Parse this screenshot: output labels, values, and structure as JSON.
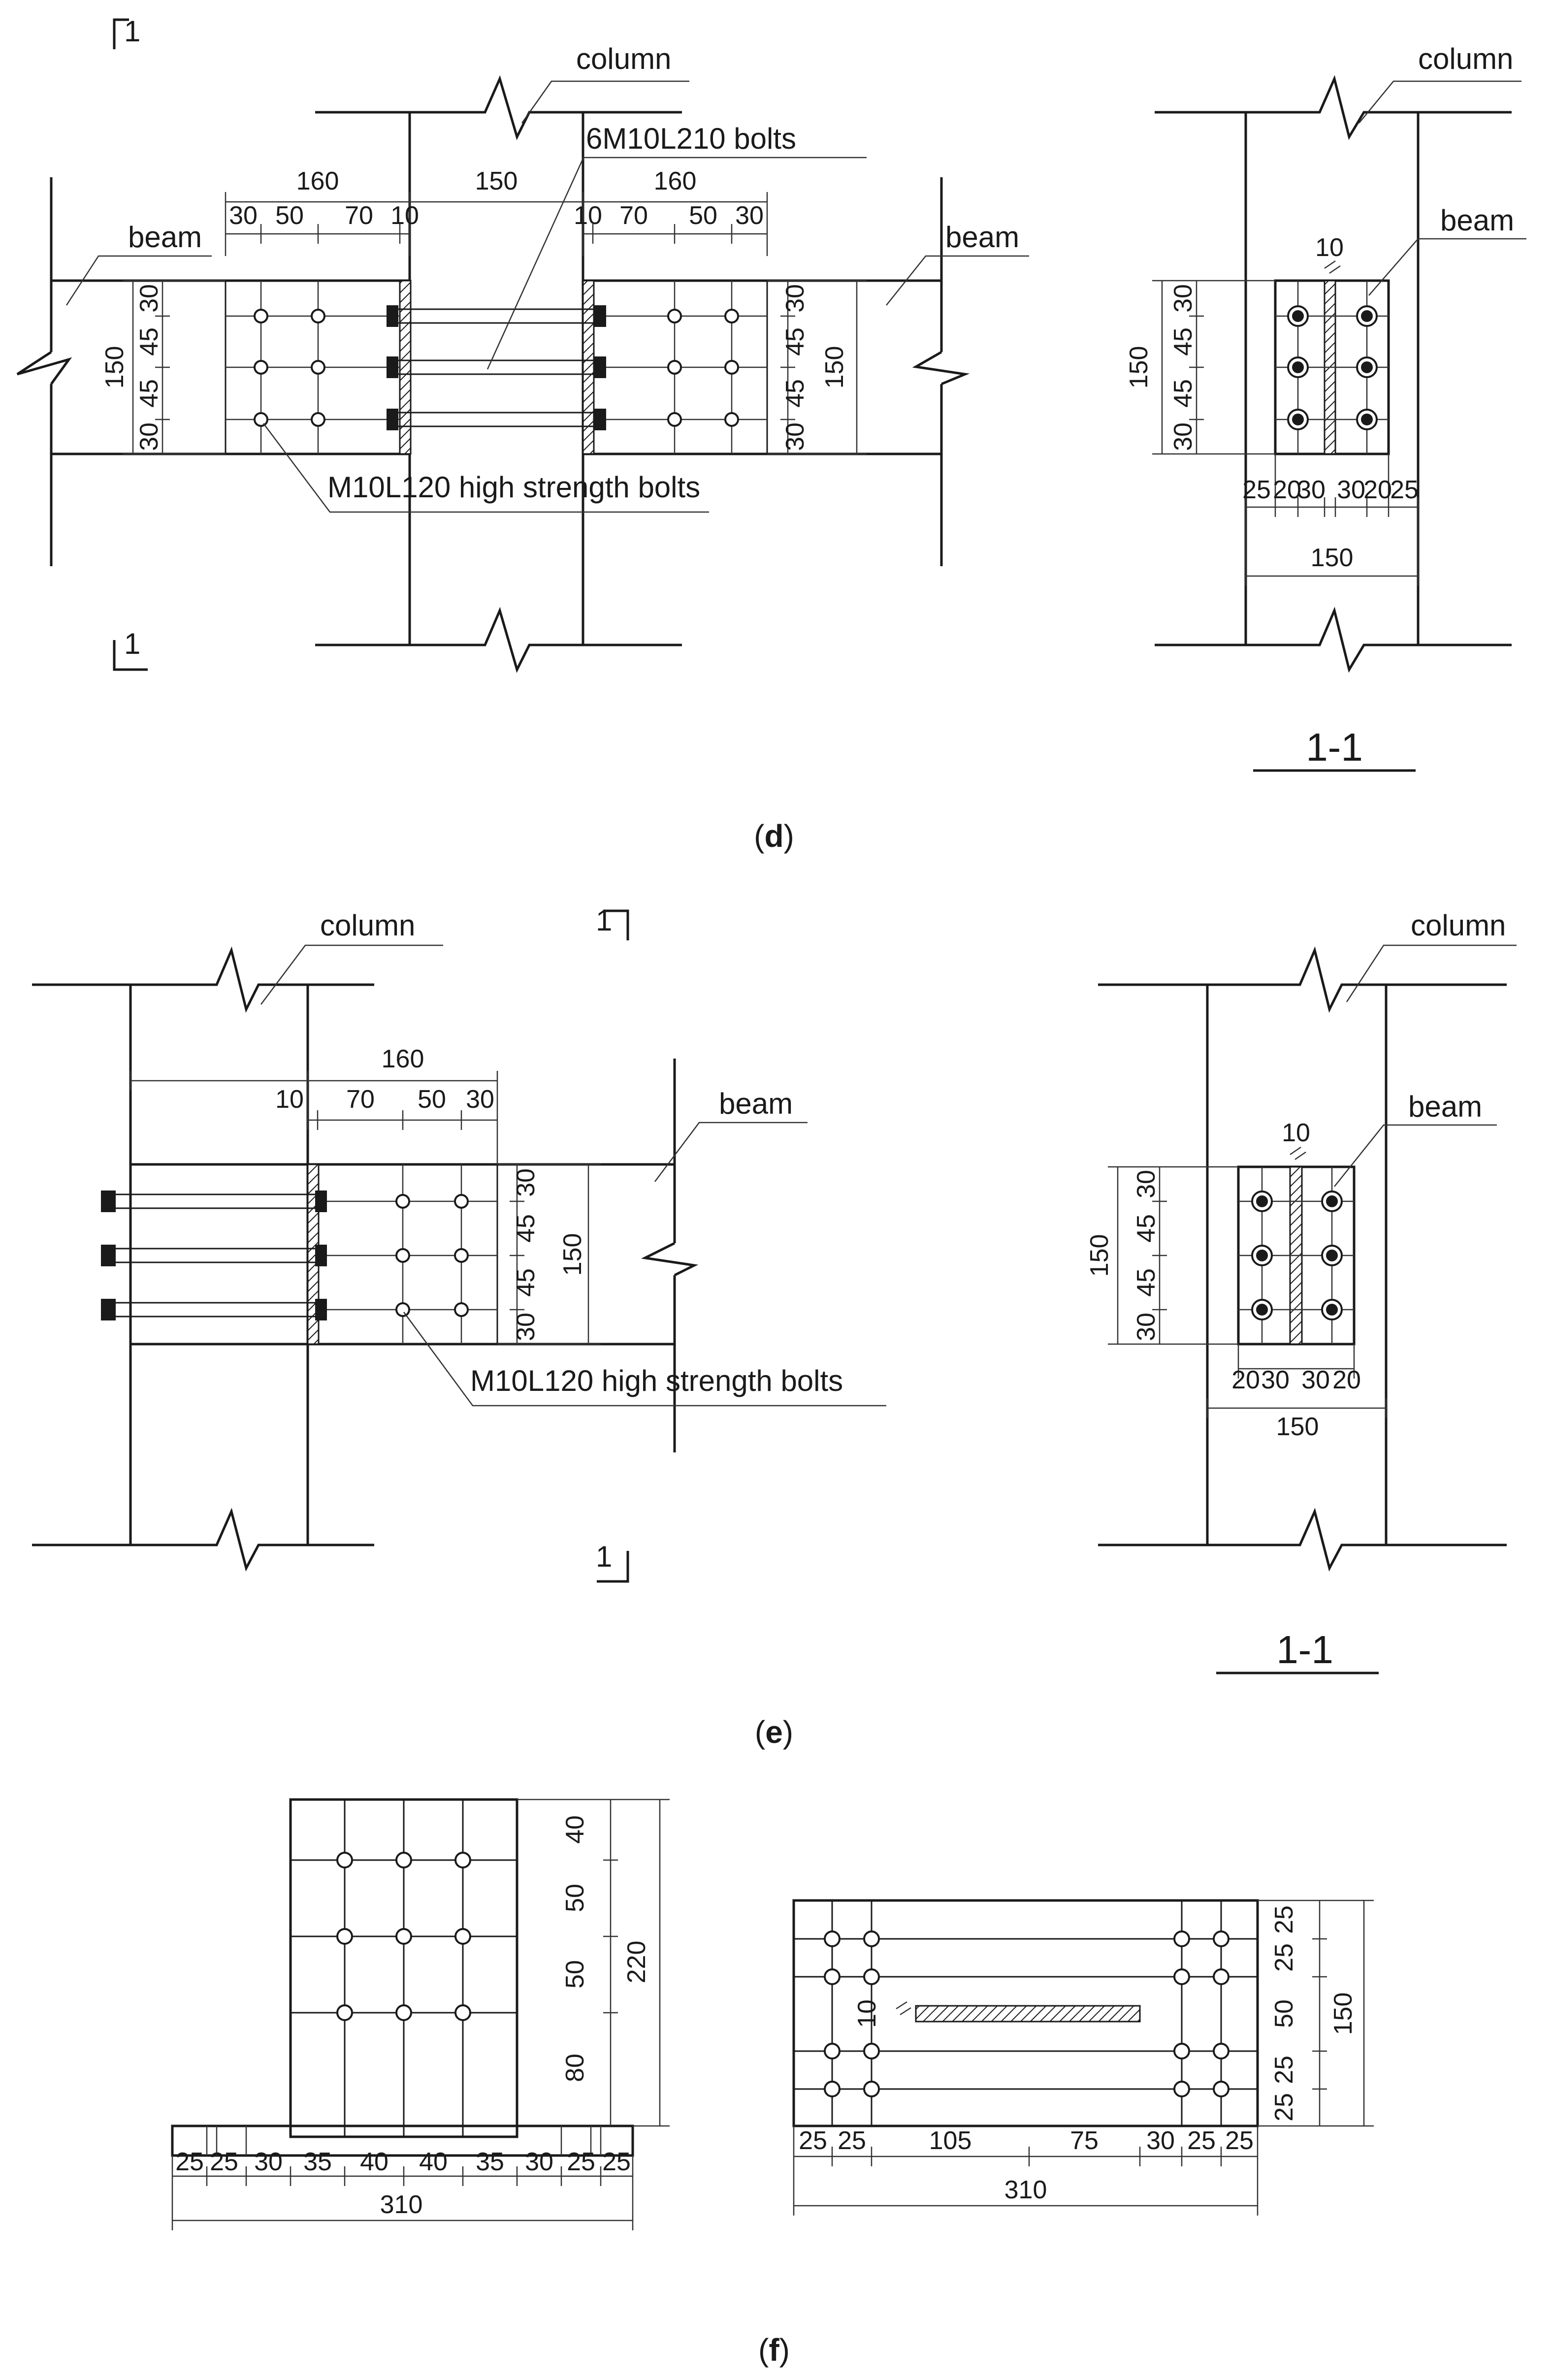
{
  "panel_d": {
    "caption": "d",
    "section_mark": "1",
    "labels": {
      "column": "column",
      "beam_left": "beam",
      "beam_right": "beam",
      "through_bolts": "6M10L210 bolts",
      "hs_bolts": "M10L120 high strength bolts"
    },
    "top_dims": [
      "160",
      "150",
      "160"
    ],
    "sub_dims_left": [
      "30",
      "50",
      "70",
      "10"
    ],
    "sub_dims_right": [
      "10",
      "70",
      "50",
      "30"
    ],
    "vert_dims": [
      "30",
      "45",
      "45",
      "30"
    ],
    "vert_total": "150",
    "section": {
      "title": "1-1",
      "column": "column",
      "beam": "beam",
      "plate_thk": "10",
      "vert_dims": [
        "30",
        "45",
        "45",
        "30"
      ],
      "vert_total": "150",
      "bottom_dims": [
        "25",
        "20",
        "30",
        "30",
        "20",
        "25"
      ],
      "bottom_total": "150"
    }
  },
  "panel_e": {
    "caption": "e",
    "section_mark": "1",
    "labels": {
      "column": "column",
      "beam": "beam",
      "hs_bolts": "M10L120 high strength bolts"
    },
    "top_total": "160",
    "top_dims": [
      "10",
      "70",
      "50",
      "30"
    ],
    "vert_dims": [
      "30",
      "45",
      "45",
      "30"
    ],
    "vert_total": "150",
    "section": {
      "title": "1-1",
      "column": "column",
      "beam": "beam",
      "plate_thk": "10",
      "vert_dims": [
        "30",
        "45",
        "45",
        "30"
      ],
      "vert_total": "150",
      "bottom_dims": [
        "20",
        "30",
        "30",
        "20"
      ],
      "bottom_total": "150"
    }
  },
  "panel_f": {
    "caption": "f",
    "elevation": {
      "vert_dims": [
        "40",
        "50",
        "50",
        "80"
      ],
      "vert_total": "220",
      "bottom_dims": [
        "25",
        "25",
        "30",
        "35",
        "40",
        "40",
        "35",
        "30",
        "25",
        "25"
      ],
      "bottom_total": "310"
    },
    "plan": {
      "plate_thk": "10",
      "vert_dims": [
        "25",
        "25",
        "50",
        "25",
        "25"
      ],
      "vert_total": "150",
      "bottom_dims": [
        "25",
        "25",
        "105",
        "75",
        "30",
        "25",
        "25"
      ],
      "bottom_total": "310"
    }
  }
}
